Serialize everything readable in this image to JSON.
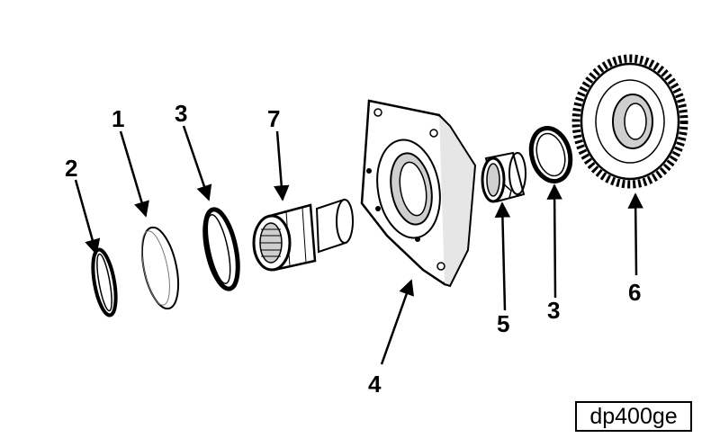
{
  "figure": {
    "callouts": {
      "snap_ring": "2",
      "washer": "1",
      "thrust_washer_left": "3",
      "shaft": "7",
      "housing": "4",
      "bushing": "5",
      "thrust_washer_right": "3",
      "gear": "6"
    },
    "code": "dp400ge",
    "colors": {
      "ink": "#000000",
      "paper": "#ffffff",
      "shade": "#cfcfcf"
    }
  }
}
